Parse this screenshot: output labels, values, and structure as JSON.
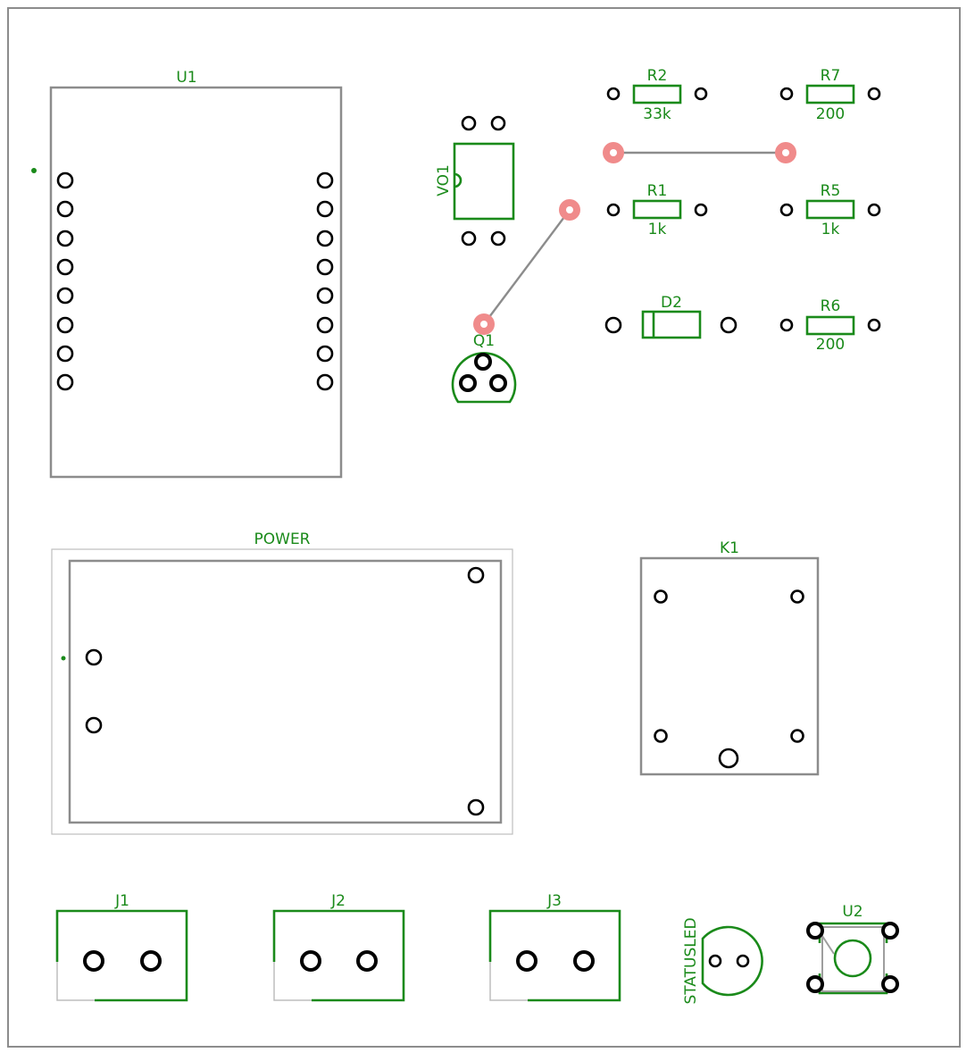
{
  "components": {
    "U1": {
      "ref": "U1"
    },
    "VO1": {
      "ref": "VO1"
    },
    "Q1": {
      "ref": "Q1"
    },
    "R2": {
      "ref": "R2",
      "value": "33k"
    },
    "R7": {
      "ref": "R7",
      "value": "200"
    },
    "R1": {
      "ref": "R1",
      "value": "1k"
    },
    "R5": {
      "ref": "R5",
      "value": "1k"
    },
    "D2": {
      "ref": "D2"
    },
    "R6": {
      "ref": "R6",
      "value": "200"
    },
    "POWER": {
      "ref": "POWER"
    },
    "K1": {
      "ref": "K1"
    },
    "J1": {
      "ref": "J1"
    },
    "J2": {
      "ref": "J2"
    },
    "J3": {
      "ref": "J3"
    },
    "STATUSLED": {
      "ref": "STATUSLED"
    },
    "U2": {
      "ref": "U2"
    }
  },
  "colors": {
    "silkscreen": "#1a8a1a",
    "outline": "#8c8c8c",
    "via": "#f08b8b",
    "pad": "#000000"
  }
}
